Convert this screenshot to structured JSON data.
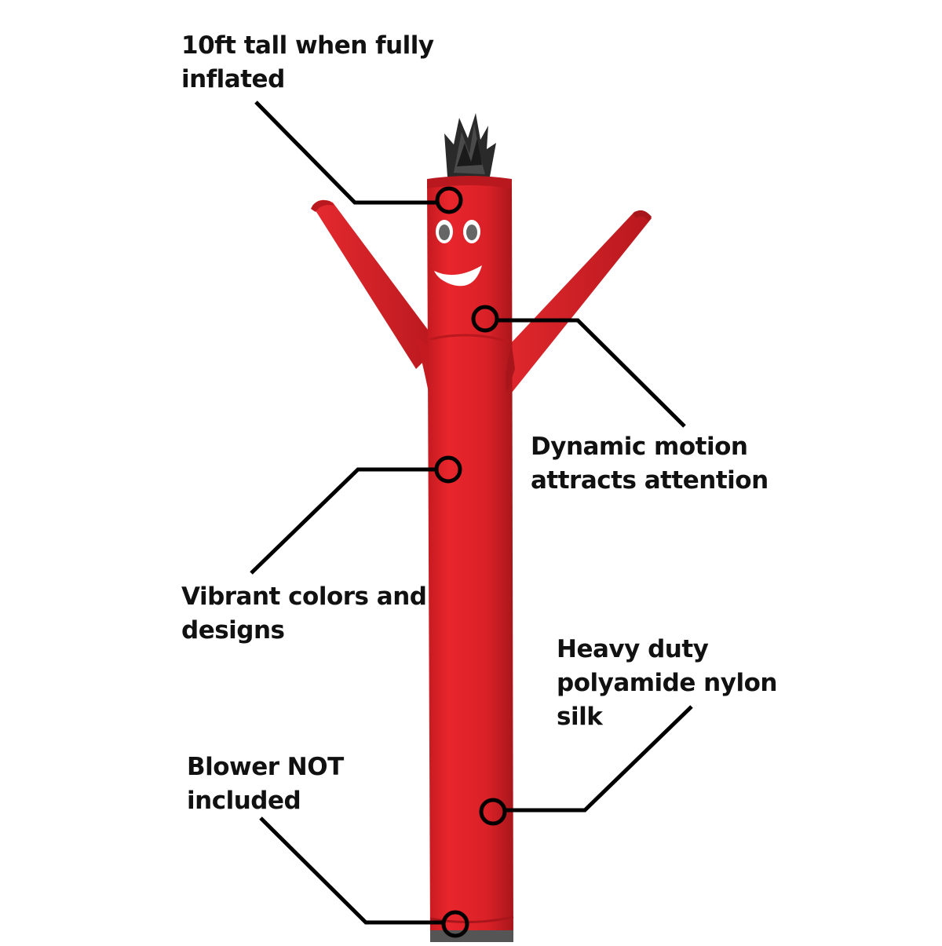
{
  "colors": {
    "body_red": "#d92127",
    "body_shadow": "#a8161b",
    "body_highlight": "#ff3a3f",
    "streamer_black": "#2a2a2a",
    "leader_line": "#000000",
    "text": "#111111",
    "background": "#ffffff"
  },
  "callouts": [
    {
      "name": "height",
      "lines": [
        "10ft tall when fully",
        "inflated"
      ]
    },
    {
      "name": "motion",
      "lines": [
        "Dynamic motion",
        "attracts attention"
      ]
    },
    {
      "name": "colors",
      "lines": [
        "Vibrant colors and",
        "designs"
      ]
    },
    {
      "name": "fabric",
      "lines": [
        "Heavy duty",
        "polyamide nylon",
        "silk"
      ]
    },
    {
      "name": "blower",
      "lines": [
        "Blower NOT",
        "included"
      ]
    }
  ]
}
